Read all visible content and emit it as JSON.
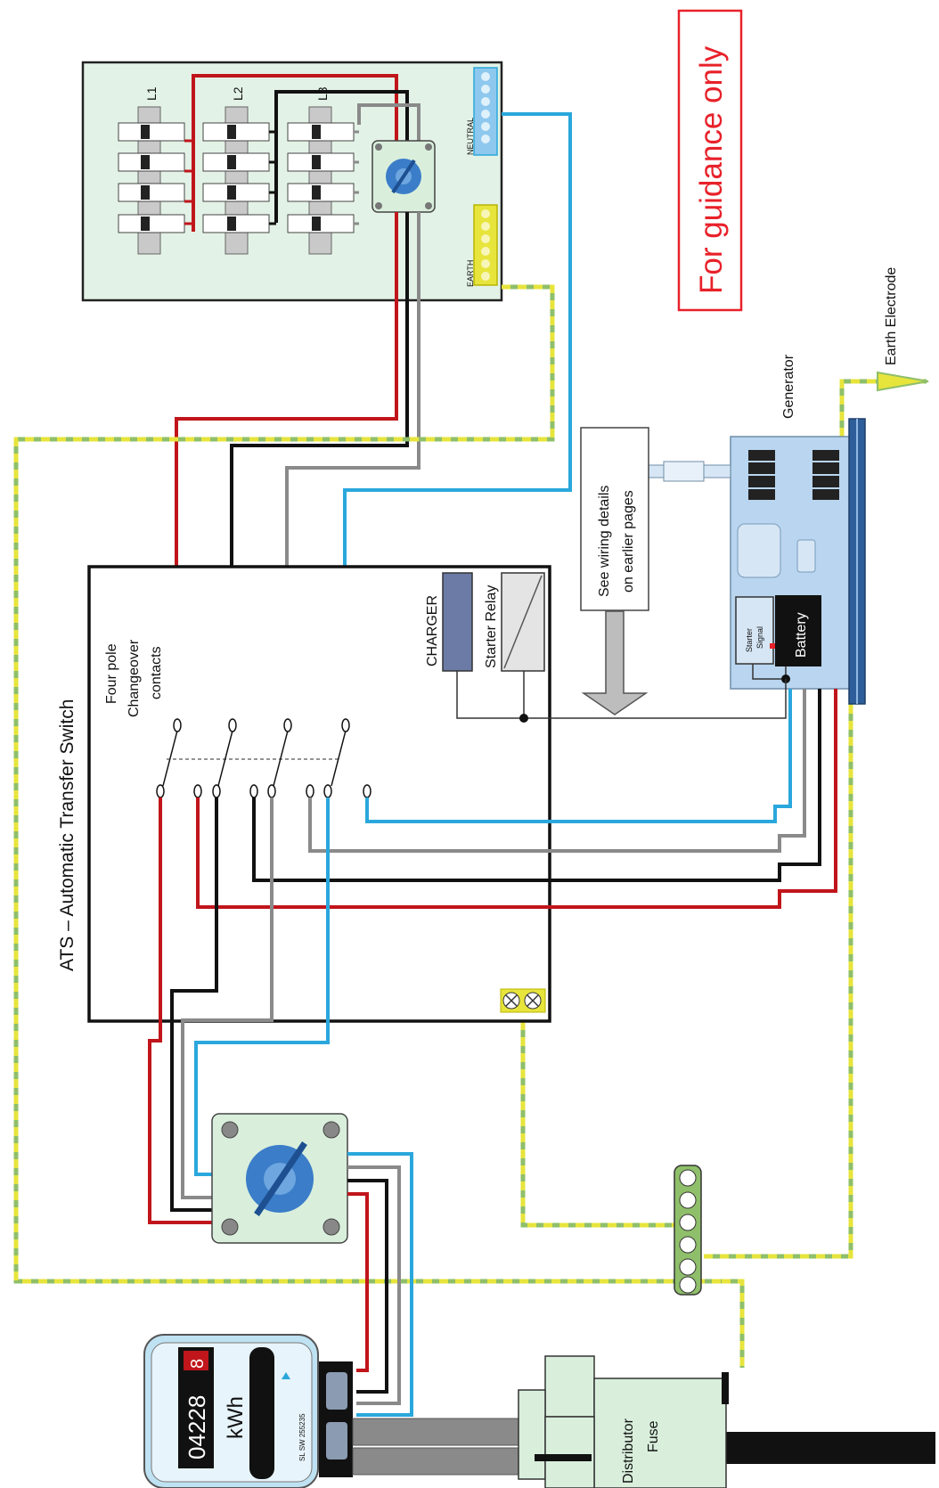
{
  "labels": {
    "guidance": "For guidance only",
    "earth_electrode": "Earth Electrode",
    "generator": "Generator",
    "wiring_details_line1": "See wiring details",
    "wiring_details_line2": "on earlier pages",
    "ats_title": "ATS – Automatic Transfer Switch",
    "four_pole_line1": "Four pole",
    "four_pole_line2": "Changeover",
    "four_pole_line3": "contacts",
    "charger": "CHARGER",
    "starter_relay": "Starter Relay",
    "battery": "Battery",
    "starter_signal_line1": "Starter",
    "starter_signal_line2": "Signal",
    "neutral": "NEUTRAL",
    "earth": "EARTH",
    "l1": "L1",
    "l2": "L2",
    "l3": "L3",
    "distributor_line1": "Distributor",
    "distributor_line2": "Fuse",
    "meter_reading": "04228",
    "meter_last_digit": "8",
    "meter_unit": "kWh",
    "meter_serial": "SL SW 255235"
  },
  "colors": {
    "phase_l1": "#c0151b",
    "phase_l2": "#111111",
    "phase_l3": "#8a8a8a",
    "neutral": "#2aa7dc",
    "earth_yellow": "#e7e43c",
    "earth_green": "#8fbf6a",
    "panel_fill": "#e3f2e6",
    "generator_fill": "#b9d5ef",
    "guidance_red": "#e8212a"
  }
}
